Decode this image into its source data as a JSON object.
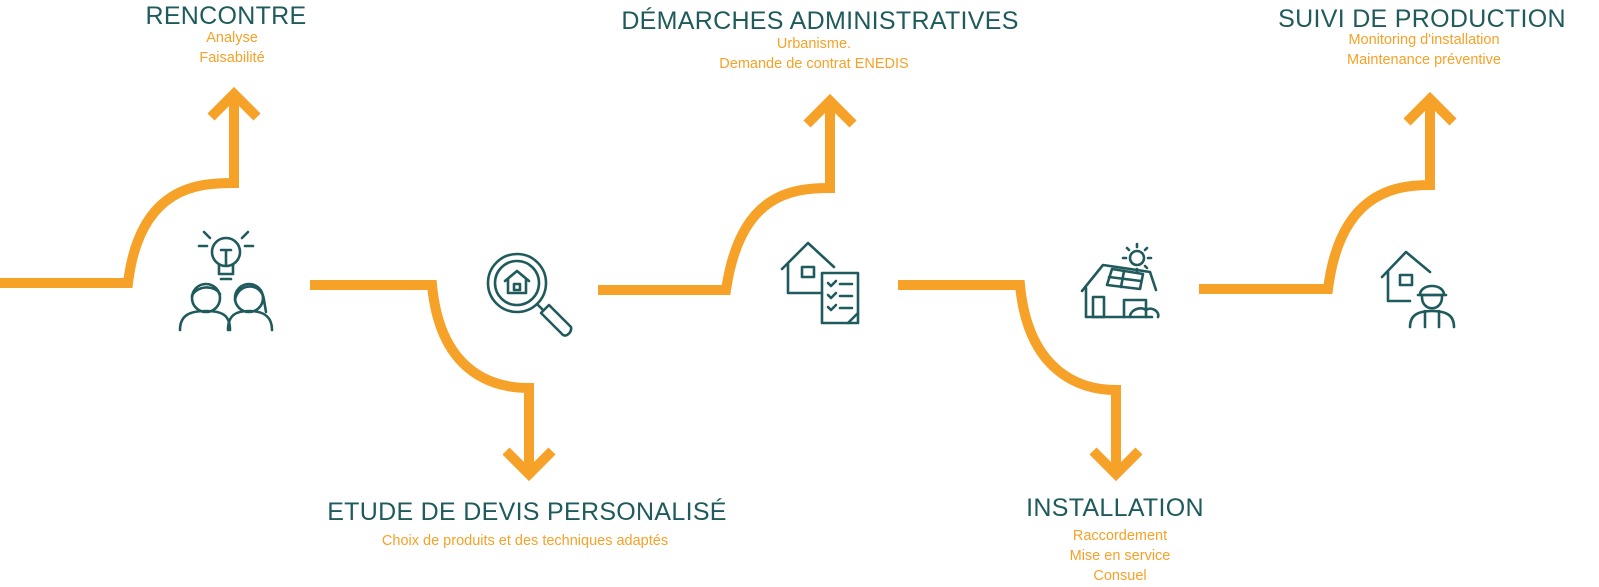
{
  "colors": {
    "accent": "#f6a128",
    "primary": "#1f5a5c"
  },
  "steps": [
    {
      "title": "RENCONTRE",
      "lines": [
        "Analyse",
        "Faisabilité"
      ],
      "icon": "people-idea-icon"
    },
    {
      "title": "ETUDE DE DEVIS PERSONALISÉ",
      "lines": [
        "Choix de produits et des techniques adaptés"
      ],
      "icon": "house-magnifier-icon"
    },
    {
      "title": "DÉMARCHES ADMINISTRATIVES",
      "lines": [
        "Urbanisme.",
        "Demande de contrat ENEDIS"
      ],
      "icon": "house-checklist-icon"
    },
    {
      "title": "INSTALLATION",
      "lines": [
        "Raccordement",
        "Mise en service",
        "Consuel"
      ],
      "icon": "solar-house-icon"
    },
    {
      "title": "SUIVI DE PRODUCTION",
      "lines": [
        "Monitoring d'installation",
        "Maintenance préventive"
      ],
      "icon": "house-worker-icon"
    }
  ]
}
